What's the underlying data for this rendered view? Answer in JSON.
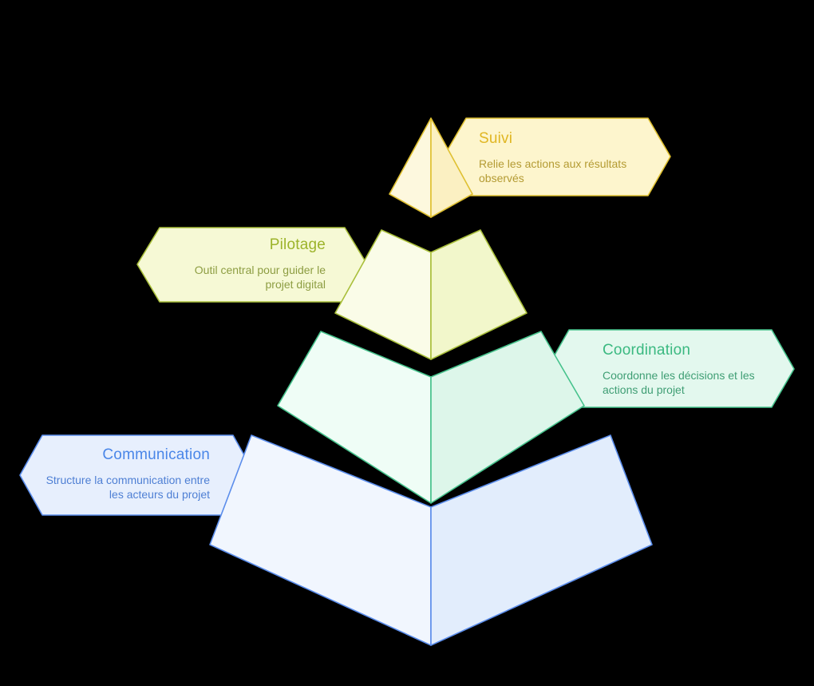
{
  "diagram": {
    "type": "pyramid",
    "background": "#000000",
    "levels": [
      {
        "id": "suivi",
        "title": "Suivi",
        "description": "Relie les actions aux résultats observés",
        "side": "right",
        "position_in_pyramid": 1,
        "colors": {
          "accent": "#dfc031",
          "banner_fill": "#fdf5cd",
          "face_left": "#fdf8de",
          "face_right": "#fbf0c2",
          "title": "#e0b622",
          "description": "#b49b33"
        }
      },
      {
        "id": "pilotage",
        "title": "Pilotage",
        "description": "Outil central pour guider le projet digital",
        "side": "left",
        "position_in_pyramid": 2,
        "colors": {
          "accent": "#a9bf3b",
          "banner_fill": "#f6f9d5",
          "face_left": "#fafce8",
          "face_right": "#f2f7cb",
          "title": "#9cb32a",
          "description": "#8d9d42"
        }
      },
      {
        "id": "coordination",
        "title": "Coordination",
        "description": "Coordonne les décisions et les actions du projet",
        "side": "right",
        "position_in_pyramid": 3,
        "colors": {
          "accent": "#46c28c",
          "banner_fill": "#e3f8ee",
          "face_left": "#effdf6",
          "face_right": "#ddf6ea",
          "title": "#3bb981",
          "description": "#3f9e74"
        }
      },
      {
        "id": "communication",
        "title": "Communication",
        "description": "Structure la communication entre les acteurs du projet",
        "side": "left",
        "position_in_pyramid": 4,
        "colors": {
          "accent": "#5b8deb",
          "banner_fill": "#e7effd",
          "face_left": "#f1f6fe",
          "face_right": "#e2edfc",
          "title": "#4a86e8",
          "description": "#4e7fd4"
        }
      }
    ]
  }
}
